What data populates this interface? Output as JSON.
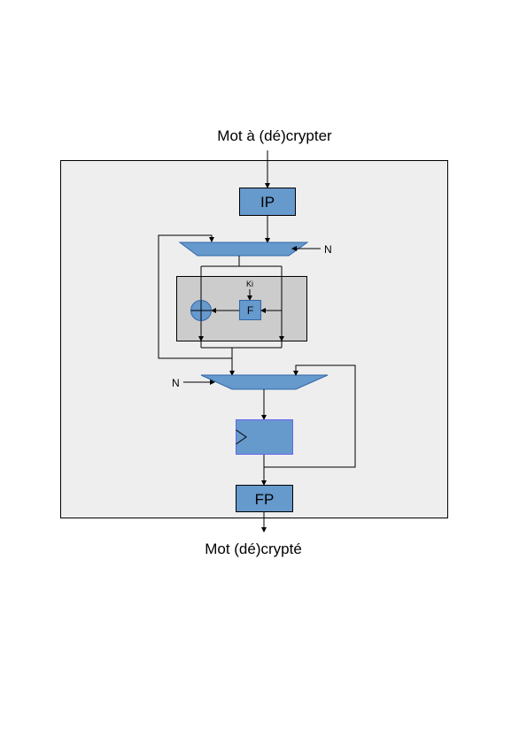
{
  "labels": {
    "input": "Mot à (dé)crypter",
    "output": "Mot (dé)crypté",
    "ip": "IP",
    "fp": "FP",
    "f": "F",
    "ki": "Ki",
    "mux_top_select": "N",
    "mux_bottom_select": "N"
  },
  "colors": {
    "block_fill": "#6699cc",
    "block_stroke": "#1f3f73",
    "outer_fill": "#eeeeee",
    "inner_fill": "#cccccc",
    "register_stroke": "#6666ee"
  }
}
